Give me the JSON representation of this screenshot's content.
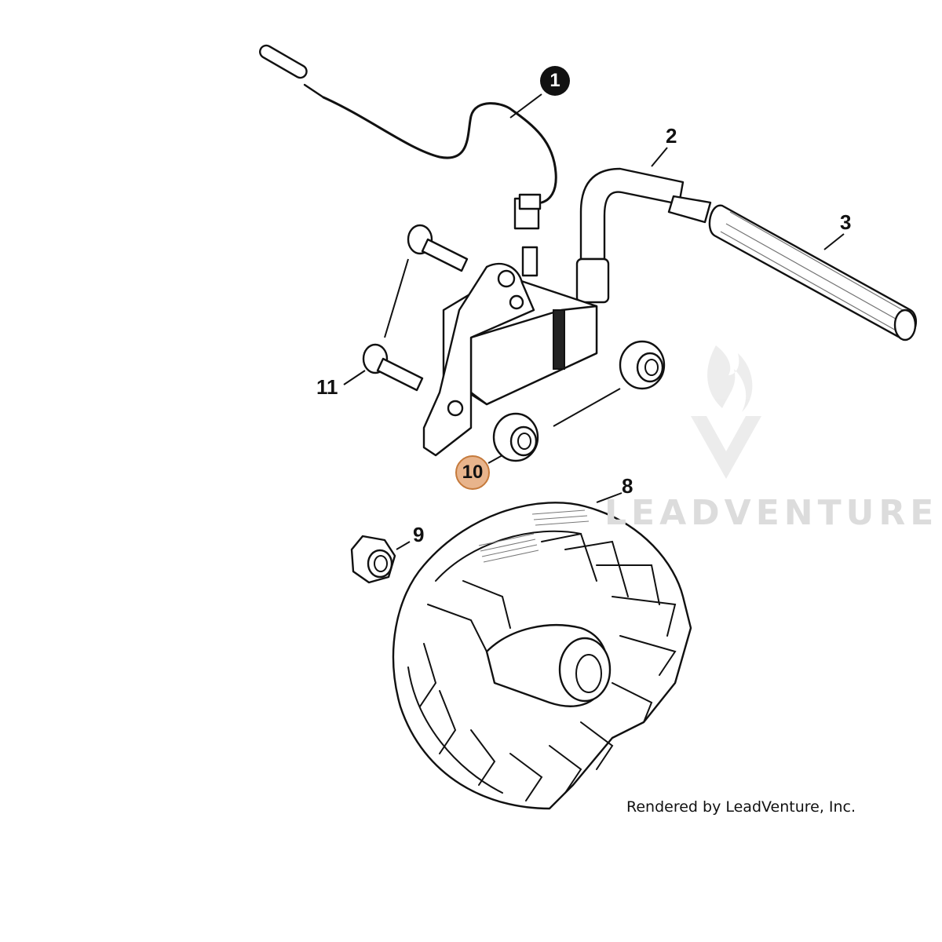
{
  "callouts": {
    "c1": "1",
    "c2": "2",
    "c3": "3",
    "c8": "8",
    "c9": "9",
    "c10": "10",
    "c11": "11"
  },
  "watermark_text": "LEADVENTURE",
  "render_note": "Rendered by LeadVenture, Inc.",
  "colors": {
    "highlight_fill": "#e8b48c",
    "highlight_border": "#c57a3c",
    "line": "#111111",
    "watermark": "#dcdcdc"
  }
}
